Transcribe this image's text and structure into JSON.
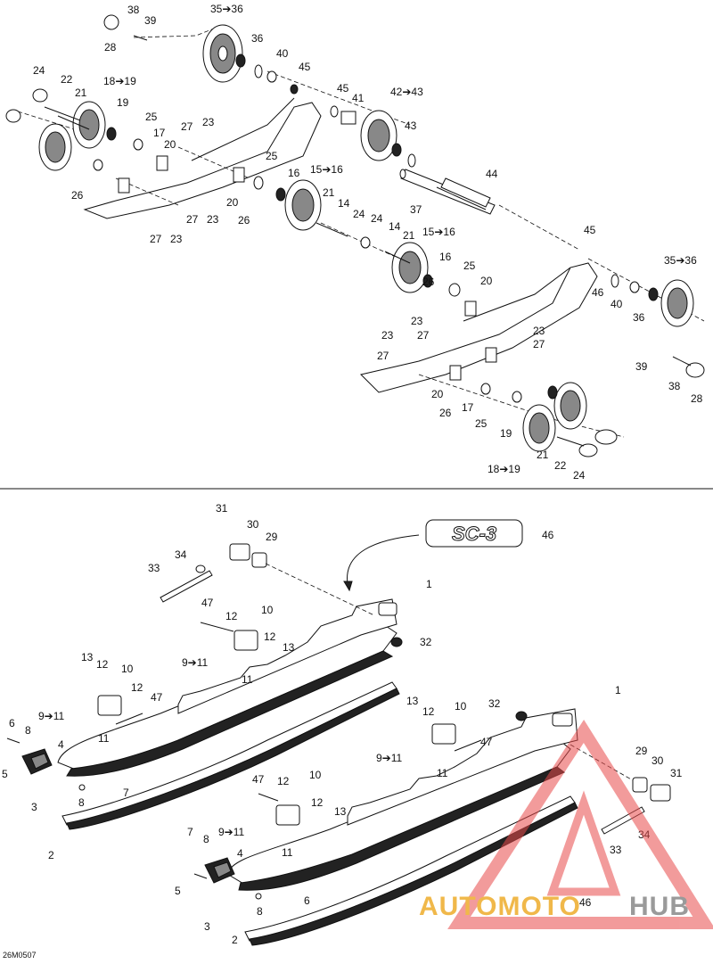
{
  "diagram_code": "26M0507",
  "watermark": {
    "text_left": "AUTOMOTO",
    "text_right": "HUB",
    "triangle_color": "#e84a4a",
    "text_left_color": "#f0b84a",
    "text_right_color": "#9a9a9a"
  },
  "brand_logo": "SC-3",
  "callouts": {
    "l38": "38",
    "l39": "39",
    "l28": "28",
    "l3536a": "35➔36",
    "l36a": "36",
    "l40a": "40",
    "l45a": "45",
    "l24a": "24",
    "l22a": "22",
    "l21a": "21",
    "l1819a": "18➔19",
    "l19a": "19",
    "l25a": "25",
    "l17a": "17",
    "l20a": "20",
    "l27a": "27",
    "l23a": "23",
    "l26a": "26",
    "l27b": "27",
    "l23b": "23",
    "l27c": "27",
    "l23c": "23",
    "l20b": "20",
    "l26b": "26",
    "l25b": "25",
    "l16a": "16",
    "l1516a": "15➔16",
    "l45b": "45",
    "l41": "41",
    "l4243": "42➔43",
    "l43": "43",
    "l44": "44",
    "l37": "37",
    "l21b": "21",
    "l14a": "14",
    "l24b": "24",
    "l24c": "24",
    "l14b": "14",
    "l21c": "21",
    "l1516b": "15➔16",
    "l16b": "16",
    "l25c": "25",
    "l20c": "20",
    "l26c": "26",
    "l45c": "45",
    "l46a": "46",
    "l40b": "40",
    "l36b": "36",
    "l3536b": "35➔36",
    "l23d": "23",
    "l27d": "27",
    "l23e": "23",
    "l27e": "27",
    "l23f": "23",
    "l27f": "27",
    "l20d": "20",
    "l26d": "26",
    "l17b": "17",
    "l25d": "25",
    "l19b": "19",
    "l21d": "21",
    "l22b": "22",
    "l24d": "24",
    "l1819b": "18➔19",
    "l39b": "39",
    "l38b": "38",
    "l28b": "28",
    "l31a": "31",
    "l30a": "30",
    "l29a": "29",
    "l34a": "34",
    "l33a": "33",
    "l46b": "46",
    "l1a": "1",
    "l47a": "47",
    "l12a": "12",
    "l10a": "10",
    "l12b": "12",
    "l13a": "13",
    "l911a": "9➔11",
    "l11a": "11",
    "l32a": "32",
    "l13b": "13",
    "l12c": "12",
    "l10b": "10",
    "l12d": "12",
    "l47b": "47",
    "l911b": "9➔11",
    "l11b": "11",
    "l6a": "6",
    "l8a": "8",
    "l4a": "4",
    "l5a": "5",
    "l7a": "7",
    "l8b": "8",
    "l3a": "3",
    "l2a": "2",
    "l1b": "1",
    "l32b": "32",
    "l13c": "13",
    "l12e": "12",
    "l10c": "10",
    "l47c": "47",
    "l911c": "9➔11",
    "l11c": "11",
    "l29b": "29",
    "l30b": "30",
    "l31b": "31",
    "l34b": "34",
    "l33b": "33",
    "l47d": "47",
    "l12f": "12",
    "l10d": "10",
    "l12g": "12",
    "l13d": "13",
    "l911d": "9➔11",
    "l11d": "11",
    "l7b": "7",
    "l8c": "8",
    "l4b": "4",
    "l5b": "5",
    "l6b": "6",
    "l8d": "8",
    "l3b": "3",
    "l2b": "2",
    "l46c": "46"
  }
}
